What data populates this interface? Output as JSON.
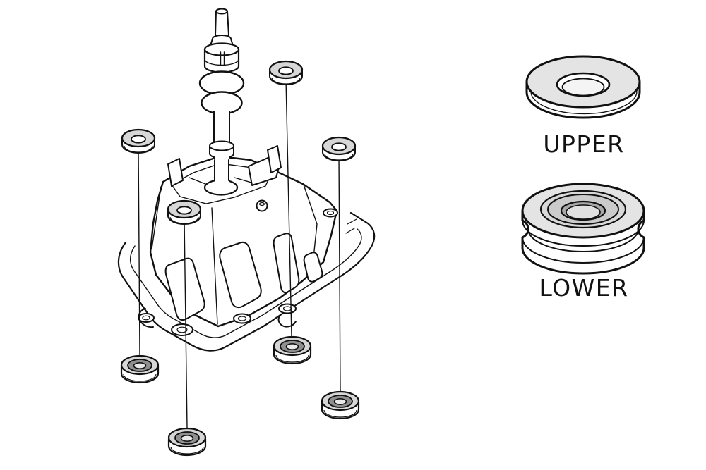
{
  "diagram": {
    "type": "exploded-parts-diagram",
    "subject": "shifter-assembly-bushings",
    "callouts": {
      "upper": "UPPER",
      "lower": "LOWER"
    },
    "part_counts": {
      "upper_washers": 4,
      "lower_grommets": 4
    }
  },
  "colors": {
    "line": "#111111",
    "washer_top": "#d7d7d7",
    "washer_top_light": "#e4e4e4",
    "grommet_ring": "#8f8f8f",
    "grommet_center": "#e9e9e9",
    "label_text": "#111111",
    "background": "#ffffff"
  }
}
